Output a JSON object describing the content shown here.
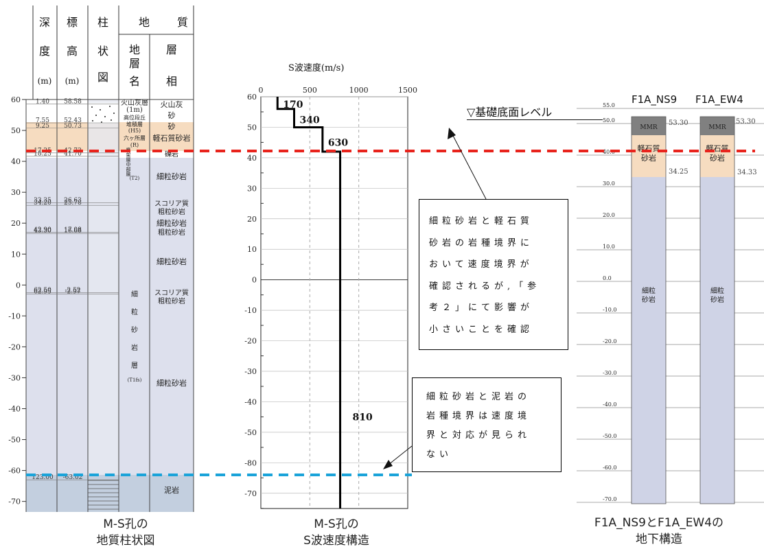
{
  "column": {
    "headers": {
      "depth": [
        "深",
        "度",
        "(m)"
      ],
      "elevation": [
        "標",
        "高",
        "(m)"
      ],
      "columnar": [
        "柱",
        "状",
        "図"
      ],
      "geology": "地",
      "geology2": "質",
      "stratum": [
        "地",
        "層",
        "名"
      ],
      "facies": [
        "層",
        "相"
      ]
    },
    "yticks": [
      "60",
      "50",
      "40",
      "30",
      "20",
      "10",
      "0",
      "-10",
      "-20",
      "-30",
      "-40",
      "-50",
      "-60",
      "-70"
    ],
    "depth_labels": [
      "1.40",
      "7.55",
      "9.25",
      "17.25",
      "18.25",
      "33.35",
      "34.20",
      "42.90",
      "43.30",
      "62.50",
      "62.95",
      "123.00"
    ],
    "elev_labels": [
      "58.58",
      "52.43",
      "50.73",
      "42.73",
      "41.70",
      "26.63",
      "25.78",
      "17.08",
      "16.68",
      "-2.52",
      "-2.97",
      "-63.02"
    ],
    "strata": [
      "火山灰層",
      "(1m)",
      "高位段丘",
      "堆積層",
      "(H5)",
      "六ヶ所層",
      "(R)",
      "鷹架層中部層",
      "(T2)",
      "細",
      "粒",
      "砂",
      "岩",
      "層",
      "(T1fs)"
    ],
    "facies": [
      "火山灰",
      "砂",
      "砂",
      "軽石質砂岩",
      "礫岩",
      "細粒砂岩",
      "スコリア質",
      "粗粒砂岩",
      "細粒砂岩",
      "粗粒砂岩",
      "細粒砂岩",
      "スコリア質",
      "粗粒砂岩",
      "細粒砂岩",
      "泥岩"
    ],
    "caption": [
      "M-S孔の",
      "地質柱状図"
    ]
  },
  "chart_data": {
    "type": "line",
    "title": "S波速度(m/s)",
    "xticks": [
      "0",
      "500",
      "1000",
      "1500"
    ],
    "yticks": [
      "60",
      "50",
      "40",
      "30",
      "20",
      "10",
      "0",
      "-10",
      "-20",
      "-30",
      "-40",
      "-50",
      "-80",
      "-70"
    ],
    "xlim": [
      0,
      1500
    ],
    "ylim": [
      -75,
      60
    ],
    "steps": [
      {
        "from": 60,
        "to": 56,
        "value": 170
      },
      {
        "from": 56,
        "to": 50,
        "value": 340
      },
      {
        "from": 50,
        "to": 42,
        "value": 630
      },
      {
        "from": 42,
        "to": -75,
        "value": 810
      }
    ],
    "velocity_labels": [
      "170",
      "340",
      "630",
      "810"
    ],
    "caption": [
      "M-S孔の",
      "S波速度構造"
    ]
  },
  "sub": {
    "foundation_label": "▽基礎底面レベル",
    "col_labels": [
      "F1A_NS9",
      "F1A_EW4"
    ],
    "yticks": [
      "55.0",
      "50.0",
      "40.0",
      "30.0",
      "20.0",
      "10.0",
      "0.0",
      "-10.0",
      "-20.0",
      "-30.0",
      "-40.0",
      "-50.0",
      "-60.0",
      "-70.0"
    ],
    "layers": {
      "mmr": "MMR",
      "pumice": [
        "軽石質",
        "砂岩"
      ],
      "fine": [
        "細粒",
        "砂岩"
      ]
    },
    "values": {
      "ns_top": "53.30",
      "ew_top": "53.30",
      "ns_bottom": "34.25",
      "ew_bottom": "34.33"
    },
    "caption": [
      "F1A_NS9とF1A_EW4の",
      "地下構造"
    ]
  },
  "notes": {
    "box1": [
      "細粒砂岩と軽石質",
      "砂岩の岩種境界に",
      "おいて速度境界が",
      "確認されるが,「参",
      "考２」にて影響が",
      "小さいことを確認"
    ],
    "box2": [
      "細粒砂岩と泥岩の",
      "岩種境界は速度境",
      "界と対応が見られ",
      "ない"
    ]
  },
  "colors": {
    "red_line": "#e8231c",
    "blue_line": "#1aa3d9",
    "fine_sandstone": "#cfd3e6",
    "pumice": "#f6dcc0",
    "mudstone": "#c3cfdf",
    "mmr": "#808080"
  }
}
